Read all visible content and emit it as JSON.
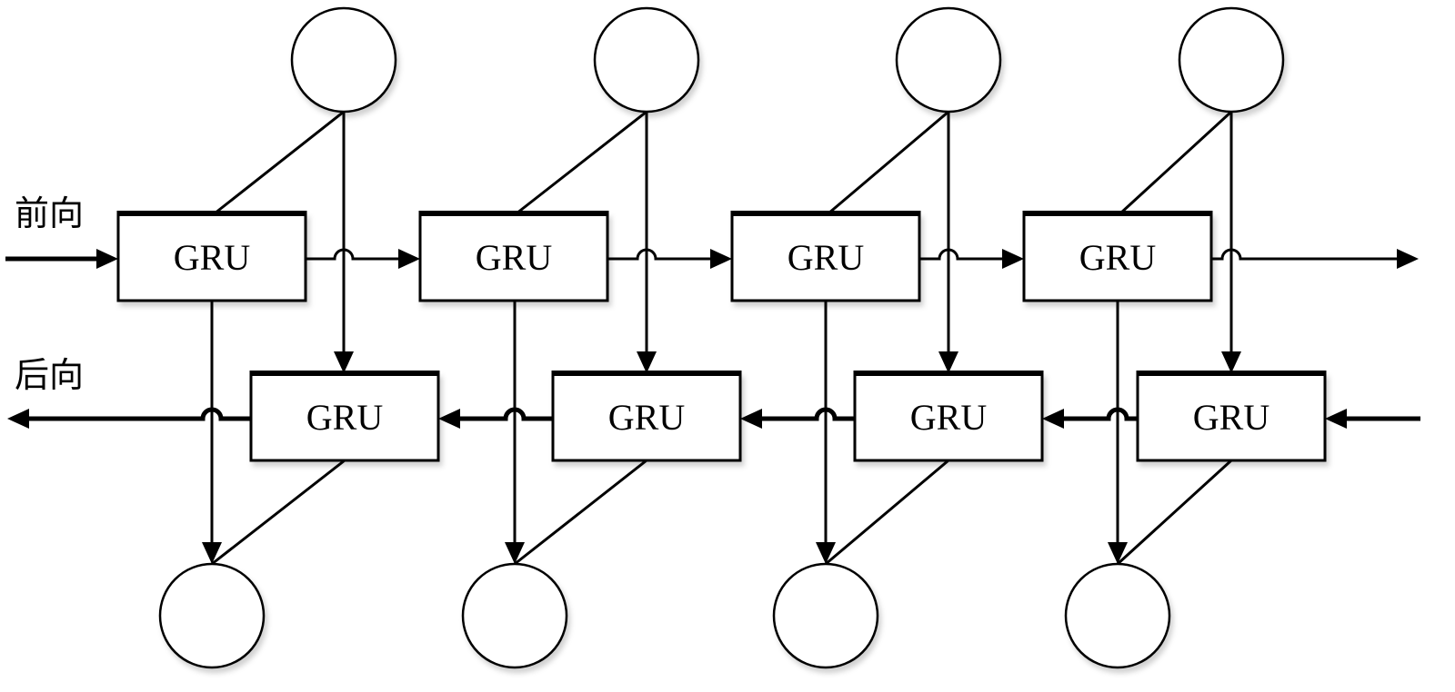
{
  "diagram": {
    "title": "",
    "type": "bidirectional-gru",
    "labels": {
      "forward": "前向",
      "backward": "后向"
    },
    "cell_label": "GRU",
    "timesteps": 4,
    "forward_cells": [
      {
        "label": "GRU"
      },
      {
        "label": "GRU"
      },
      {
        "label": "GRU"
      },
      {
        "label": "GRU"
      }
    ],
    "backward_cells": [
      {
        "label": "GRU"
      },
      {
        "label": "GRU"
      },
      {
        "label": "GRU"
      },
      {
        "label": "GRU"
      }
    ],
    "input_nodes": 4,
    "output_nodes": 4,
    "colors": {
      "stroke": "#000000",
      "fill": "#ffffff"
    }
  }
}
